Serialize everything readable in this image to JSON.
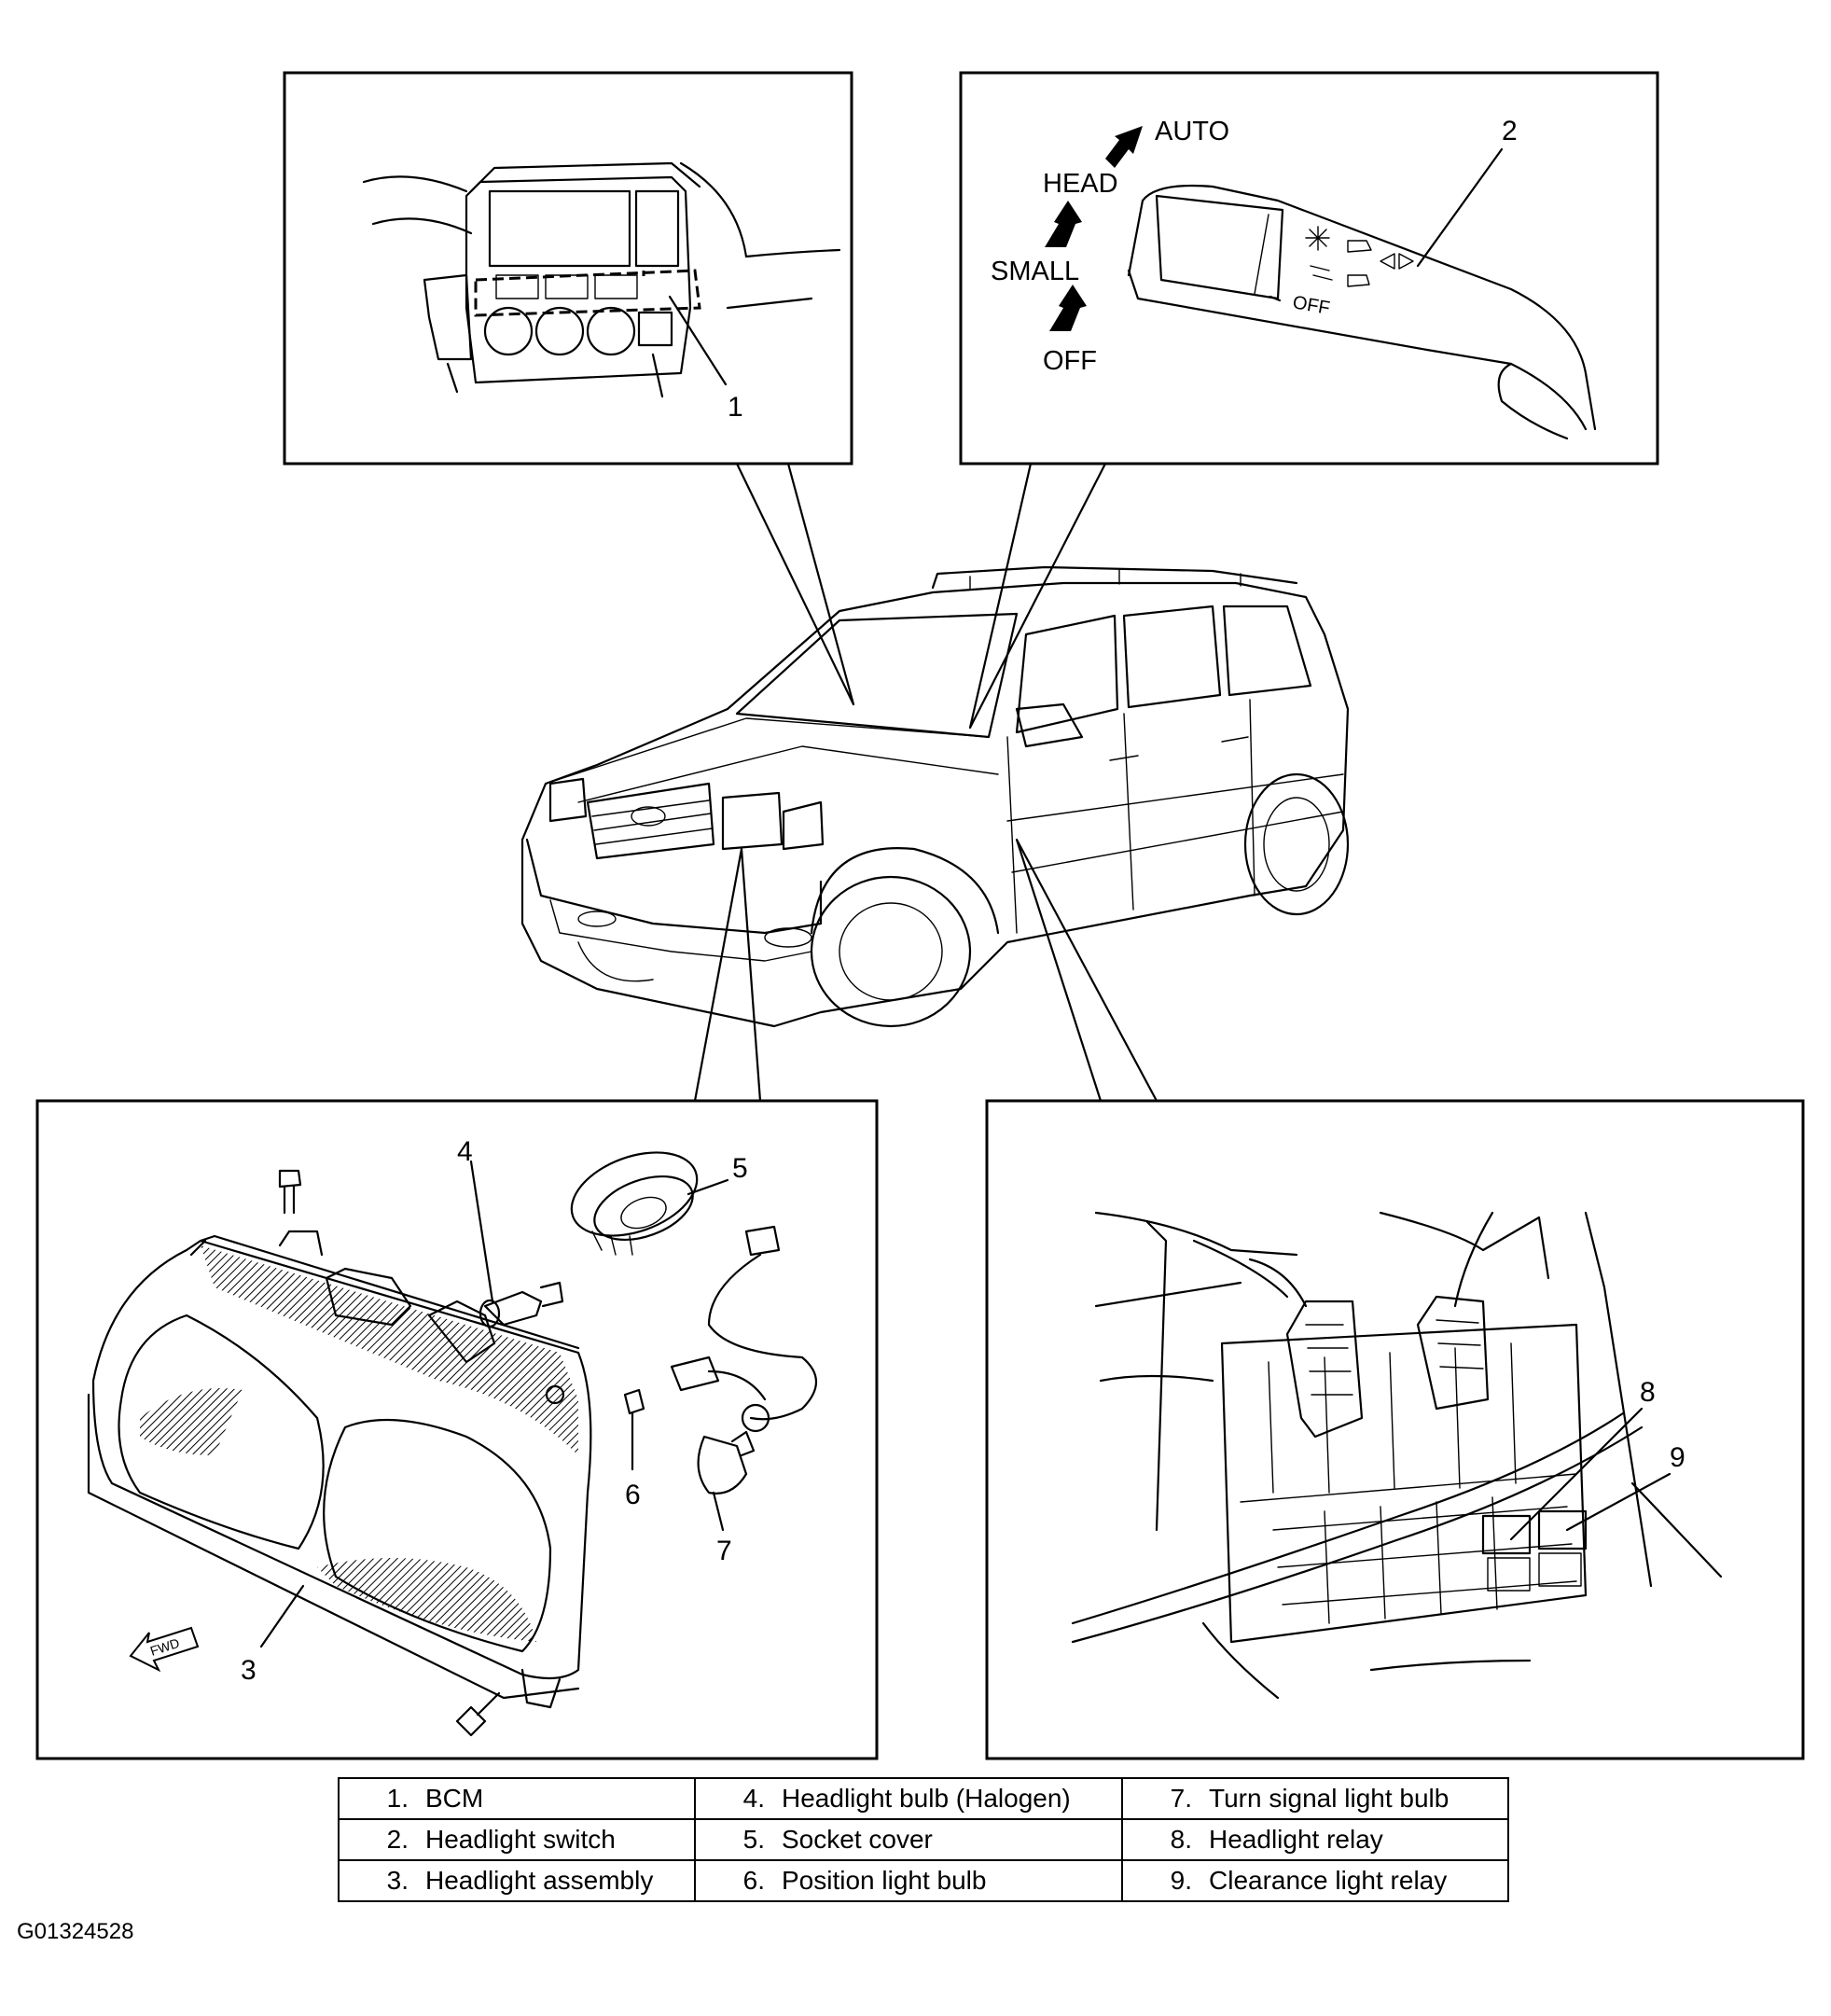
{
  "figure_id": "G01324528",
  "switch_positions": {
    "auto": "AUTO",
    "head": "HEAD",
    "small": "SMALL",
    "off": "OFF",
    "lever_mark": "OFF"
  },
  "callouts": {
    "bcm": "1",
    "headlight_switch": "2",
    "headlight_assembly": "3",
    "headlight_bulb": "4",
    "socket_cover": "5",
    "position_light_bulb": "6",
    "turn_signal_light_bulb": "7",
    "headlight_relay": "8",
    "clearance_light_relay": "9"
  },
  "fwd_label": "FWD",
  "legend": {
    "rows": [
      [
        {
          "num": "1.",
          "label": "BCM"
        },
        {
          "num": "4.",
          "label": "Headlight bulb (Halogen)"
        },
        {
          "num": "7.",
          "label": "Turn signal light bulb"
        }
      ],
      [
        {
          "num": "2.",
          "label": "Headlight switch"
        },
        {
          "num": "5.",
          "label": "Socket cover"
        },
        {
          "num": "8.",
          "label": "Headlight relay"
        }
      ],
      [
        {
          "num": "3.",
          "label": "Headlight assembly"
        },
        {
          "num": "6.",
          "label": "Position light bulb"
        },
        {
          "num": "9.",
          "label": "Clearance light relay"
        }
      ]
    ]
  }
}
